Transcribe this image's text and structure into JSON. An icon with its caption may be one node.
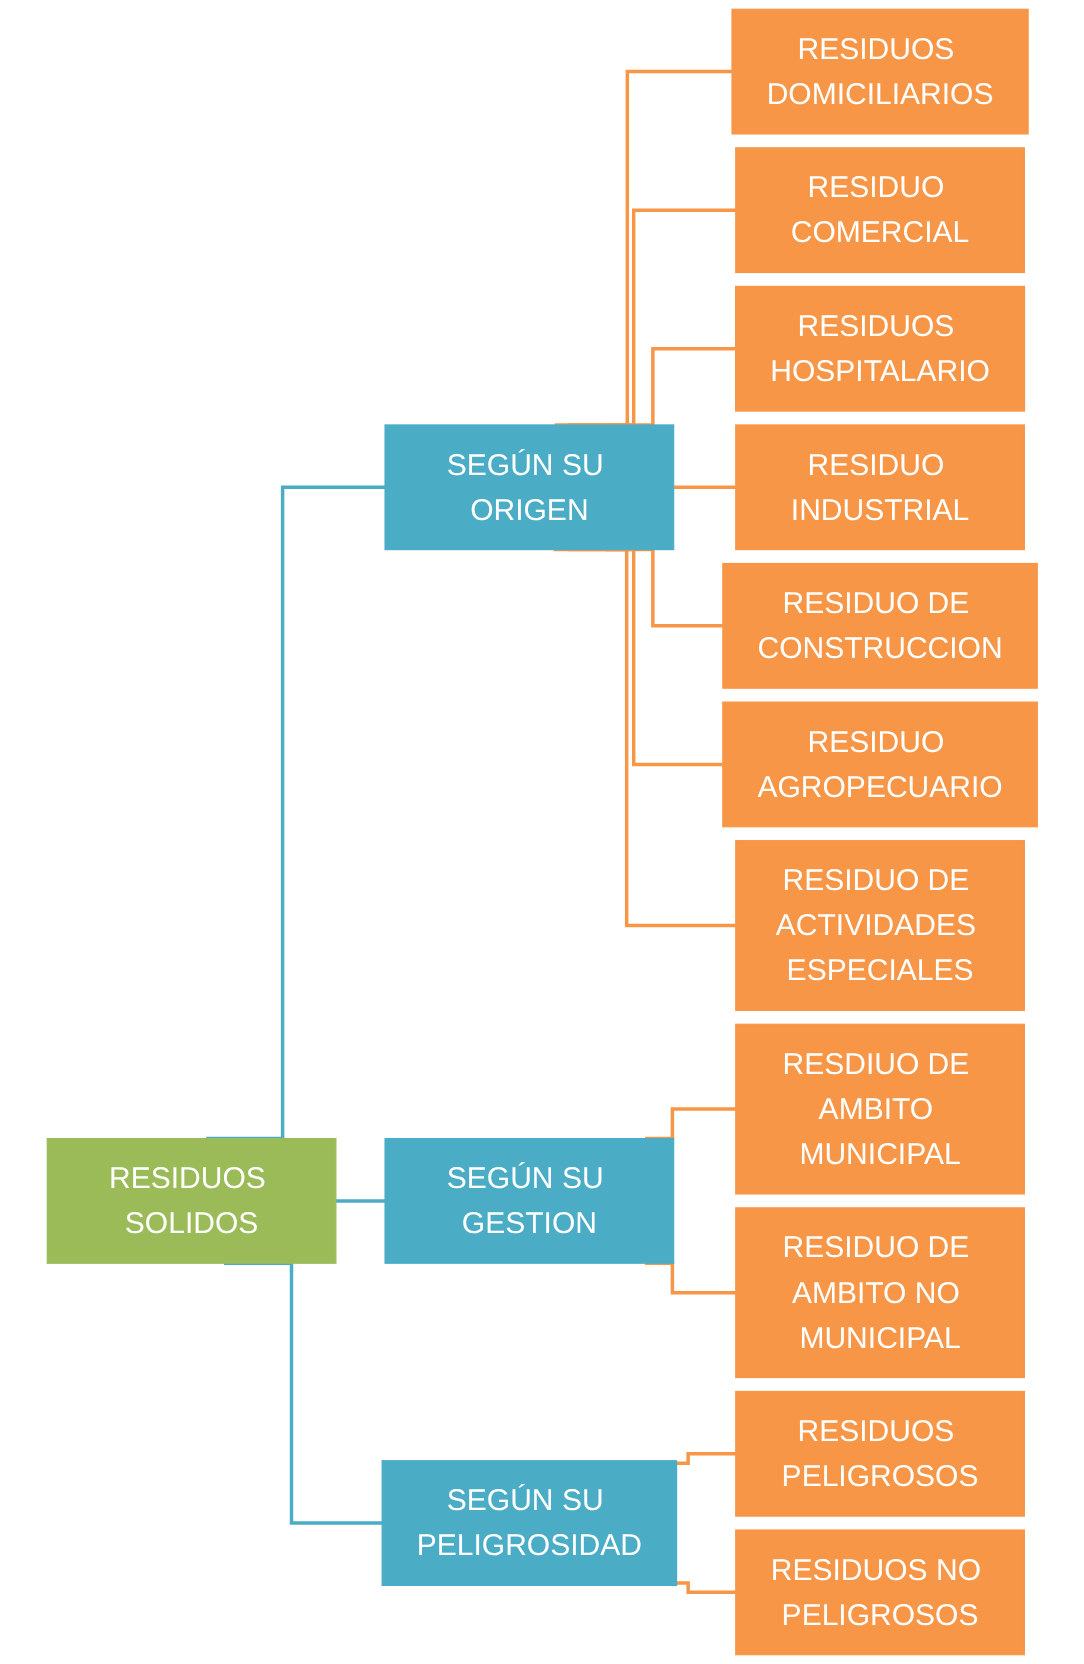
{
  "diagram": {
    "nodes": [
      {
        "text": [
          "RESIDUOS SOLIDOS"
        ]
      },
      {
        "text": [
          "SEGÚN SU ORIGEN"
        ]
      },
      {
        "text": [
          "RESIDUOS DOMICILIARIOS"
        ]
      },
      {
        "text": [
          "RESIDUO COMERCIAL"
        ]
      },
      {
        "text": [
          "RESIDUOS HOSPITALARIO"
        ]
      },
      {
        "text": [
          "RESIDUO INDUSTRIAL"
        ]
      },
      {
        "text": [
          "RESIDUO DE CONSTRUCCION"
        ]
      },
      {
        "text": [
          "RESIDUO AGROPECUARIO"
        ]
      },
      {
        "text": [
          "RESIDUO DE ACTIVIDADES ESPECIALES"
        ]
      },
      {
        "text": [
          "SEGÚN SU GESTION"
        ]
      },
      {
        "text": [
          "RESDIUO DE AMBITO MUNICIPAL"
        ]
      },
      {
        "text": [
          "RESIDUO DE AMBITO NO MUNICIPAL"
        ]
      },
      {
        "text": [
          "SEGÚN SU PELIGROSIDAD"
        ]
      },
      {
        "text": [
          "RESIDUOS PELIGROSOS"
        ]
      },
      {
        "text": [
          "RESIDUOS NO PELIGROSOS"
        ]
      }
    ],
    "edges": [
      {
        "from": 0,
        "to": 1,
        "arrow": "none",
        "color": "#4bacc6"
      },
      {
        "from": 1,
        "to": 2,
        "arrow": "none"
      },
      {
        "from": 1,
        "to": 3,
        "arrow": "none"
      },
      {
        "from": 1,
        "to": 4,
        "arrow": "none"
      },
      {
        "from": 1,
        "to": 5,
        "arrow": "none"
      },
      {
        "from": 1,
        "to": 6,
        "arrow": "none"
      },
      {
        "from": 1,
        "to": 7,
        "arrow": "none"
      },
      {
        "from": 1,
        "to": 8,
        "arrow": "none"
      },
      {
        "from": 0,
        "to": 9,
        "arrow": "none",
        "color": "#4bacc6"
      },
      {
        "from": 9,
        "to": 10,
        "arrow": "none"
      },
      {
        "from": 9,
        "to": 11,
        "arrow": "none"
      },
      {
        "from": 0,
        "to": 12,
        "arrow": "none",
        "color": "#4bacc6"
      },
      {
        "from": 12,
        "to": 13,
        "arrow": "none"
      },
      {
        "from": 12,
        "to": 14,
        "arrow": "none"
      }
    ]
  }
}
